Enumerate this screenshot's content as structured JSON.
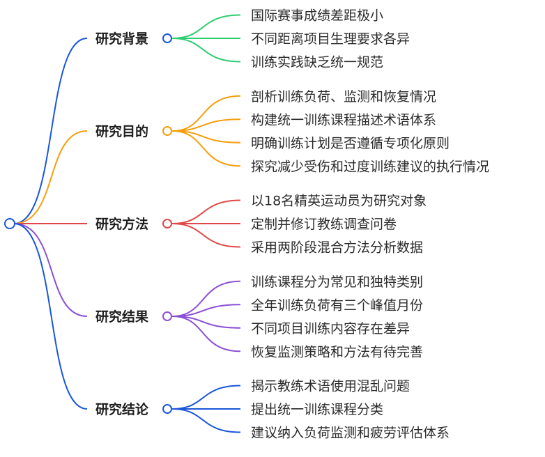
{
  "mindmap": {
    "root": {
      "text": "",
      "color": "#1a56db"
    },
    "branches": [
      {
        "label": "研究背景",
        "color": "#1a56db",
        "leaf_color": "#2ecc71",
        "leaves": [
          "国际赛事成绩差距极小",
          "不同距离项目生理要求各异",
          "训练实践缺乏统一规范"
        ]
      },
      {
        "label": "研究目的",
        "color": "#f59e0b",
        "leaf_color": "#f59e0b",
        "leaves": [
          "剖析训练负荷、监测和恢复情况",
          "构建统一训练课程描述术语体系",
          "明确训练计划是否遵循专项化原则",
          "探究减少受伤和过度训练建议的执行情况"
        ]
      },
      {
        "label": "研究方法",
        "color": "#e04848",
        "leaf_color": "#e04848",
        "leaves": [
          "以18名精英运动员为研究对象",
          "定制并修订教练调查问卷",
          "采用两阶段混合方法分析数据"
        ]
      },
      {
        "label": "研究结果",
        "color": "#8b4fd6",
        "leaf_color": "#8b4fd6",
        "leaves": [
          "训练课程分为常见和独特类别",
          "全年训练负荷有三个峰值月份",
          "不同项目训练内容存在差异",
          "恢复监测策略和方法有待完善"
        ]
      },
      {
        "label": "研究结论",
        "color": "#1a56db",
        "leaf_color": "#1a56db",
        "leaves": [
          "揭示教练术语使用混乱问题",
          "提出统一训练课程分类",
          "建议纳入负荷监测和疲劳评估体系"
        ]
      }
    ]
  }
}
